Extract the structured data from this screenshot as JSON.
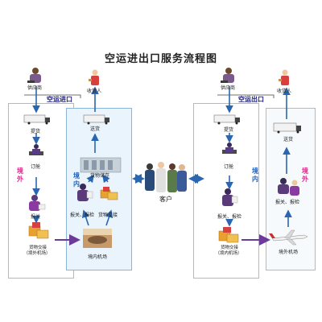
{
  "title": "空运进出口服务流程图",
  "import": {
    "route": "空运进口",
    "supplier": "供应商",
    "consignee": "收货人",
    "steps": {
      "pickup": "提货",
      "booking": "订舱",
      "customs": "报关",
      "cargo_handover": "货物交接",
      "cargo_handover_sub": "（境外机场）",
      "delivery": "送货",
      "storage": "货物储存",
      "inspection": "报关、报检",
      "cargo_handover_in": "货物交接",
      "domestic_airport": "境内机场"
    },
    "zone_foreign": "境外",
    "zone_domestic": "境内"
  },
  "client": "客户",
  "export": {
    "route": "空运出口",
    "supplier": "供应商",
    "consignee": "收货人",
    "steps": {
      "pickup": "提货",
      "booking": "订舱",
      "inspection": "报关、报检",
      "cargo_handover": "货物交接",
      "cargo_handover_sub": "（境内机场）",
      "delivery": "送货",
      "customs_foreign": "报关、报检",
      "foreign_airport": "境外机场"
    },
    "zone_domestic": "境内",
    "zone_foreign": "境外"
  },
  "colors": {
    "flow_arrow": "#2a67b0",
    "bridge_arrow": "#6b3a9a",
    "zone_red": "#e0288a",
    "zone_blue": "#2060c0",
    "panel_blue": "#eaf4fc"
  }
}
